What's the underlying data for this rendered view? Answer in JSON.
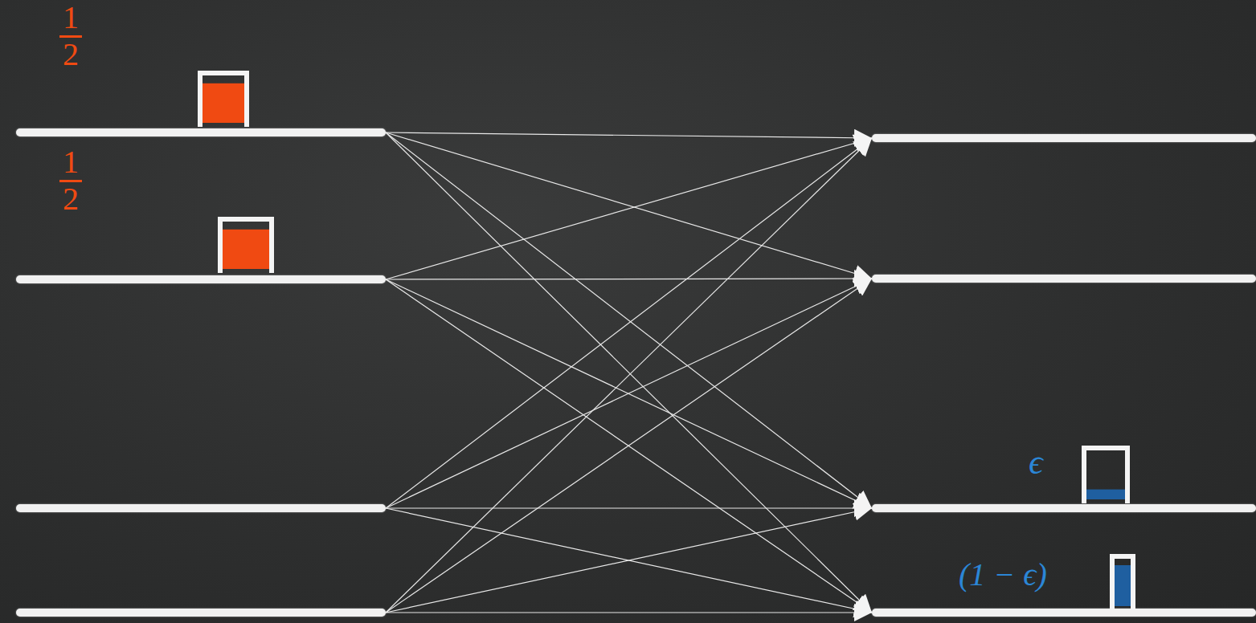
{
  "diagram": {
    "nodes": [
      {
        "text": [
          "1",
          "2"
        ]
      },
      {
        "text": [
          "1",
          "2"
        ]
      },
      {
        "text": []
      },
      {
        "text": []
      },
      {
        "text": []
      },
      {
        "text": []
      },
      {
        "text": [
          "ϵ"
        ]
      },
      {
        "text": [
          "(1 − ϵ)"
        ]
      }
    ],
    "edges": [
      {
        "from": 0,
        "to": 4,
        "arrow": "to"
      },
      {
        "from": 0,
        "to": 5,
        "arrow": "to"
      },
      {
        "from": 0,
        "to": 6,
        "arrow": "to"
      },
      {
        "from": 0,
        "to": 7,
        "arrow": "to"
      },
      {
        "from": 1,
        "to": 4,
        "arrow": "to"
      },
      {
        "from": 1,
        "to": 5,
        "arrow": "to"
      },
      {
        "from": 1,
        "to": 6,
        "arrow": "to"
      },
      {
        "from": 1,
        "to": 7,
        "arrow": "to"
      },
      {
        "from": 2,
        "to": 4,
        "arrow": "to"
      },
      {
        "from": 2,
        "to": 5,
        "arrow": "to"
      },
      {
        "from": 2,
        "to": 6,
        "arrow": "to"
      },
      {
        "from": 2,
        "to": 7,
        "arrow": "to"
      },
      {
        "from": 3,
        "to": 4,
        "arrow": "to"
      },
      {
        "from": 3,
        "to": 5,
        "arrow": "to"
      },
      {
        "from": 3,
        "to": 6,
        "arrow": "to"
      },
      {
        "from": 3,
        "to": 7,
        "arrow": "to"
      }
    ]
  }
}
